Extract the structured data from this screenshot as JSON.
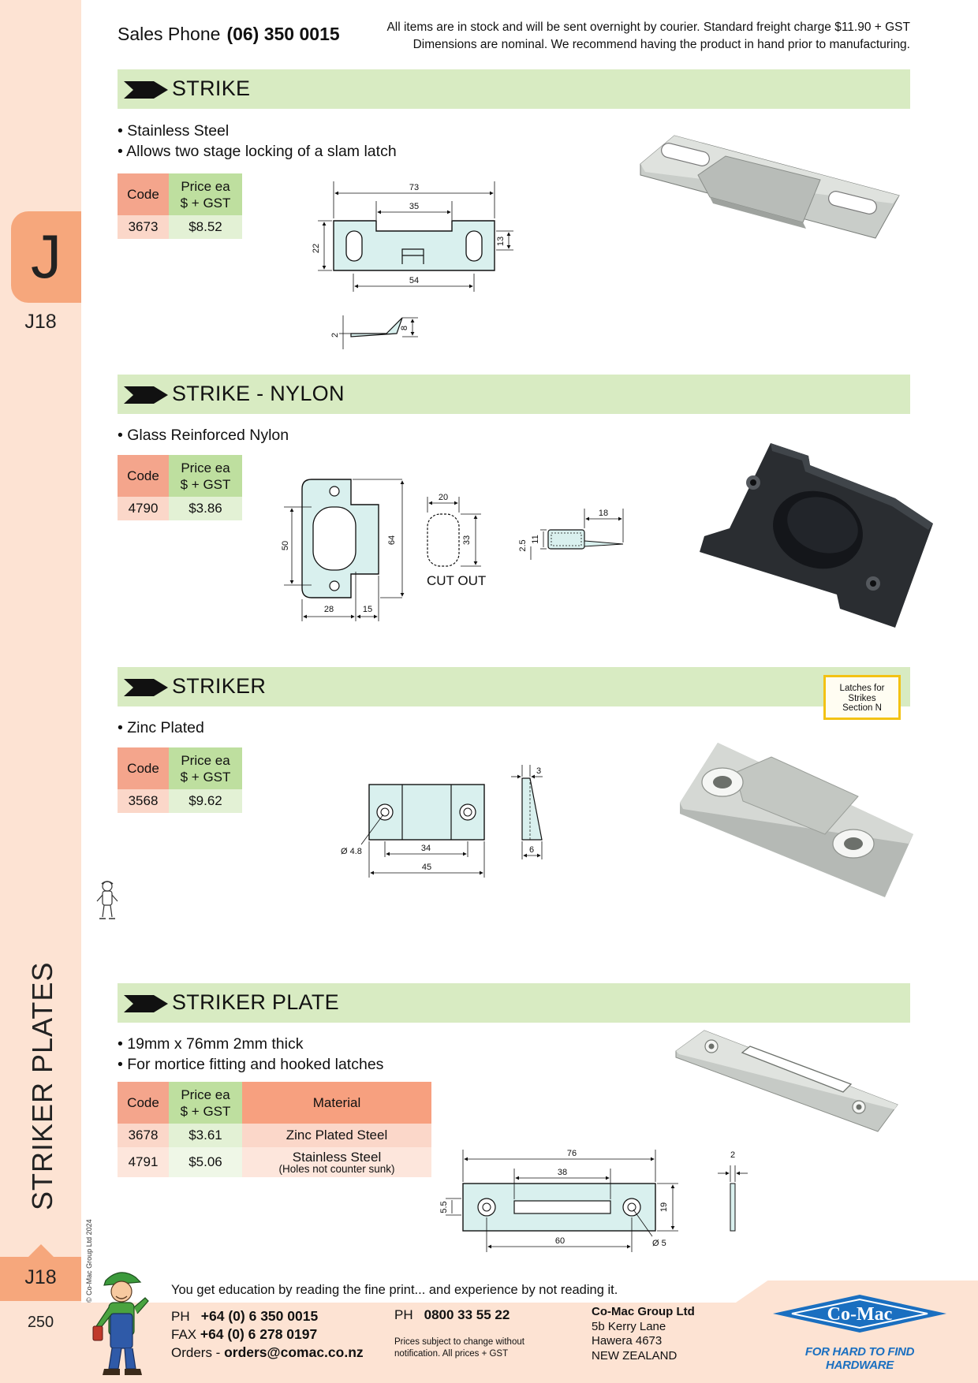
{
  "sidebar": {
    "section_letter": "J",
    "page_ref": "J18",
    "category_title": "STRIKER PLATES",
    "page_ref_bottom": "J18",
    "page_number": "250",
    "copyright": "© Co-Mac Group Ltd 2024"
  },
  "header": {
    "phone_label": "Sales Phone",
    "phone_number": "(06) 350 0015",
    "notice_line1": "All items are in stock and will be sent overnight by courier. Standard freight charge $11.90 + GST",
    "notice_line2": "Dimensions are nominal. We recommend having the product in hand prior to manufacturing."
  },
  "colors": {
    "sidebar_bg": "#fde3d3",
    "tab_accent": "#f6a77c",
    "banner_green": "#d8ebc2",
    "code_header": "#f4a58c",
    "price_header": "#bedf9f",
    "brand_blue": "#1a6fc0"
  },
  "sections": {
    "strike": {
      "title": "STRIKE",
      "bullets": [
        "Stainless Steel",
        "Allows two stage locking of a slam latch"
      ],
      "table": {
        "headers": {
          "code": "Code",
          "price_line1": "Price ea",
          "price_line2": "$ + GST"
        },
        "rows": [
          {
            "code": "3673",
            "price": "$8.52"
          }
        ]
      },
      "dims": {
        "overall": "73",
        "inner": "35",
        "height": "22",
        "slot": "13",
        "bottom": "54",
        "thick": "2",
        "tab": "8"
      }
    },
    "strike_nylon": {
      "title": "STRIKE - NYLON",
      "bullets": [
        "Glass Reinforced Nylon"
      ],
      "table": {
        "headers": {
          "code": "Code",
          "price_line1": "Price ea",
          "price_line2": "$ + GST"
        },
        "rows": [
          {
            "code": "4790",
            "price": "$3.86"
          }
        ]
      },
      "dims": {
        "inner_h": "50",
        "outer_h": "64",
        "w1": "28",
        "w2": "15",
        "cut_w": "20",
        "cut_h": "33",
        "cutout_label": "CUT OUT",
        "side_w": "18",
        "side_h": "11",
        "side_t": "2.5"
      }
    },
    "striker": {
      "title": "STRIKER",
      "bullets": [
        "Zinc Plated"
      ],
      "table": {
        "headers": {
          "code": "Code",
          "price_line1": "Price ea",
          "price_line2": "$ + GST"
        },
        "rows": [
          {
            "code": "3568",
            "price": "$9.62"
          }
        ]
      },
      "note": {
        "line1": "Latches for",
        "line2": "Strikes",
        "line3": "Section N"
      },
      "dims": {
        "hole": "Ø 4.8",
        "inner": "34",
        "overall": "45",
        "top": "3",
        "base": "6"
      }
    },
    "striker_plate": {
      "title": "STRIKER PLATE",
      "bullets": [
        "19mm x 76mm  2mm thick",
        "For mortice fitting and hooked latches"
      ],
      "table": {
        "headers": {
          "code": "Code",
          "price_line1": "Price ea",
          "price_line2": "$ + GST",
          "material": "Material"
        },
        "rows": [
          {
            "code": "3678",
            "price": "$3.61",
            "material": "Zinc Plated Steel",
            "material_note": ""
          },
          {
            "code": "4791",
            "price": "$5.06",
            "material": "Stainless Steel",
            "material_note": "(Holes not counter sunk)"
          }
        ]
      },
      "dims": {
        "overall": "76",
        "slot": "38",
        "hole_c": "5.5",
        "height": "19",
        "bottom": "60",
        "hole": "Ø 5",
        "thick": "2"
      }
    }
  },
  "footer": {
    "fine_print": "You get education by reading the fine print... and experience by not reading it.",
    "ph_label": "PH",
    "ph_number": "+64 (0) 6 350 0015",
    "fax_label": "FAX",
    "fax_number": "+64 (0) 6 278 0197",
    "orders_label": "Orders -",
    "orders_email": "orders@comac.co.nz",
    "ph2_label": "PH",
    "ph2_number": "0800 33 55 22",
    "prices_line1": "Prices subject to change without",
    "prices_line2": "notification. All prices + GST",
    "company": "Co-Mac Group Ltd",
    "addr1": "5b Kerry Lane",
    "addr2": "Hawera 4673",
    "addr3": "NEW ZEALAND",
    "logo_text": "Co-Mac",
    "tagline": "FOR HARD TO FIND HARDWARE"
  }
}
